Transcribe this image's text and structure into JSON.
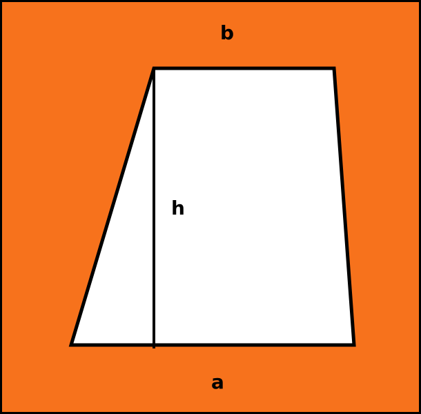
{
  "labels": {
    "top": "b",
    "height": "h",
    "bottom": "a"
  },
  "colors": {
    "background": "#F7721C",
    "shape_fill": "#FFFFFF",
    "outline": "#000000"
  }
}
